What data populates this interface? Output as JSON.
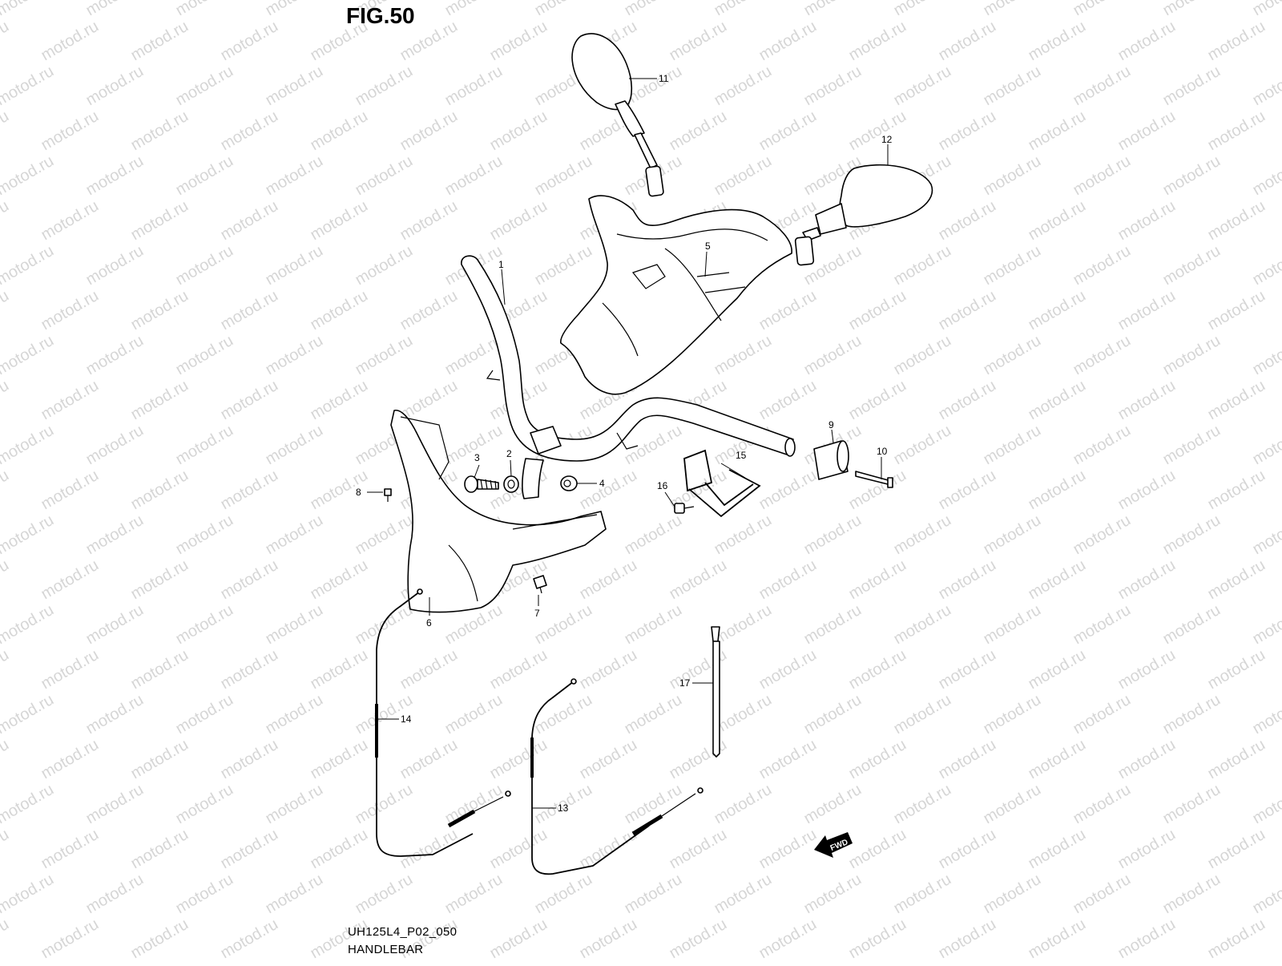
{
  "figure": {
    "title": "FIG.50",
    "model_code": "UH125L4_P02_050",
    "section_name": "HANDLEBAR"
  },
  "watermark": {
    "text": "motod.ru",
    "color": "#d6d6d6"
  },
  "direction_marker": {
    "label": "FWD"
  },
  "callouts": [
    {
      "id": "callout-1",
      "label": "1"
    },
    {
      "id": "callout-2",
      "label": "2"
    },
    {
      "id": "callout-3",
      "label": "3"
    },
    {
      "id": "callout-4",
      "label": "4"
    },
    {
      "id": "callout-5",
      "label": "5"
    },
    {
      "id": "callout-6",
      "label": "6"
    },
    {
      "id": "callout-7",
      "label": "7"
    },
    {
      "id": "callout-8",
      "label": "8"
    },
    {
      "id": "callout-9",
      "label": "9"
    },
    {
      "id": "callout-10",
      "label": "10"
    },
    {
      "id": "callout-11",
      "label": "11"
    },
    {
      "id": "callout-12",
      "label": "12"
    },
    {
      "id": "callout-13",
      "label": "13"
    },
    {
      "id": "callout-14",
      "label": "14"
    },
    {
      "id": "callout-15",
      "label": "15"
    },
    {
      "id": "callout-16",
      "label": "16"
    },
    {
      "id": "callout-17",
      "label": "17"
    }
  ]
}
